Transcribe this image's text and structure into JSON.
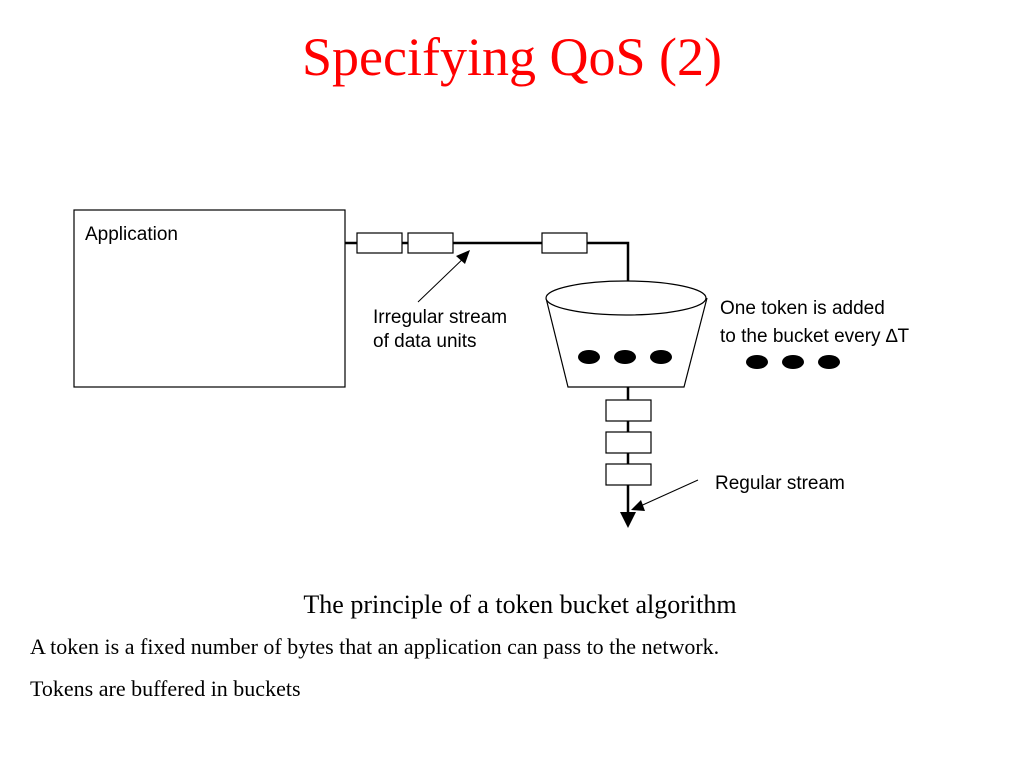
{
  "slide": {
    "title": "Specifying QoS (2)",
    "caption": "The principle of a token bucket algorithm",
    "text_lines": [
      "A token is a fixed number of bytes that an application can pass to the network.",
      "Tokens are buffered in buckets"
    ]
  },
  "diagram": {
    "application_label": "Application",
    "irregular_label_line1": "Irregular stream",
    "irregular_label_line2": "of data units",
    "token_label_line1": "One token is added",
    "token_label_line2": "to the bucket every ∆T",
    "regular_label": "Regular stream"
  }
}
